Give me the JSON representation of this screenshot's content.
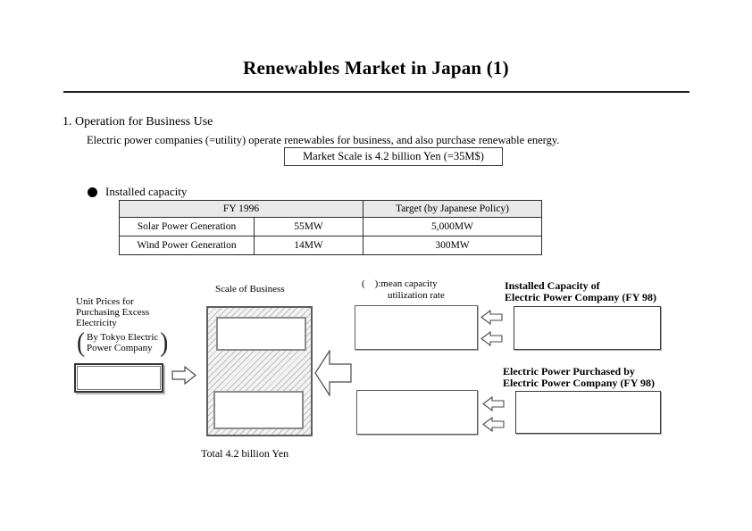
{
  "page": {
    "title": "Renewables Market in Japan (1)"
  },
  "section": {
    "heading": "1. Operation for Business Use",
    "description": "Electric power companies (=utility) operate renewables for business, and also purchase renewable energy.",
    "market_scale": "Market Scale is 4.2 billion Yen (=35M$)"
  },
  "installed_capacity": {
    "label": "Installed capacity",
    "table": {
      "col_fy": "FY 1996",
      "col_target": "Target (by Japanese Policy)",
      "rows": [
        {
          "name": "Solar Power Generation",
          "fy1996": "55MW",
          "target": "5,000MW"
        },
        {
          "name": "Wind Power Generation",
          "fy1996": "14MW",
          "target": "300MW"
        }
      ]
    }
  },
  "diagram": {
    "unit_prices": {
      "line1": "Unit Prices for",
      "line2": "Purchasing Excess",
      "line3": "Electricity"
    },
    "by_company": {
      "line1": "By Tokyo Electric",
      "line2": "Power Company"
    },
    "open_bracket": "(",
    "close_bracket": ")",
    "scale_of_business_label": "Scale of Business",
    "total_label": "Total 4.2 billion Yen",
    "mean_capacity_note": {
      "line1": "(    ):mean capacity",
      "line2": "utilization rate"
    },
    "installed_capacity_company": {
      "line1": "Installed Capacity of",
      "line2": "Electric Power Company (FY 98)"
    },
    "purchased_power": {
      "line1": "Electric Power Purchased by",
      "line2": "Electric Power Company (FY 98)"
    }
  },
  "colors": {
    "table_header_bg": "#e9e9e9",
    "rule_color": "#1f1f1f",
    "hatch_line": "#bdbdbd",
    "box_border": "#5f5f5f"
  }
}
